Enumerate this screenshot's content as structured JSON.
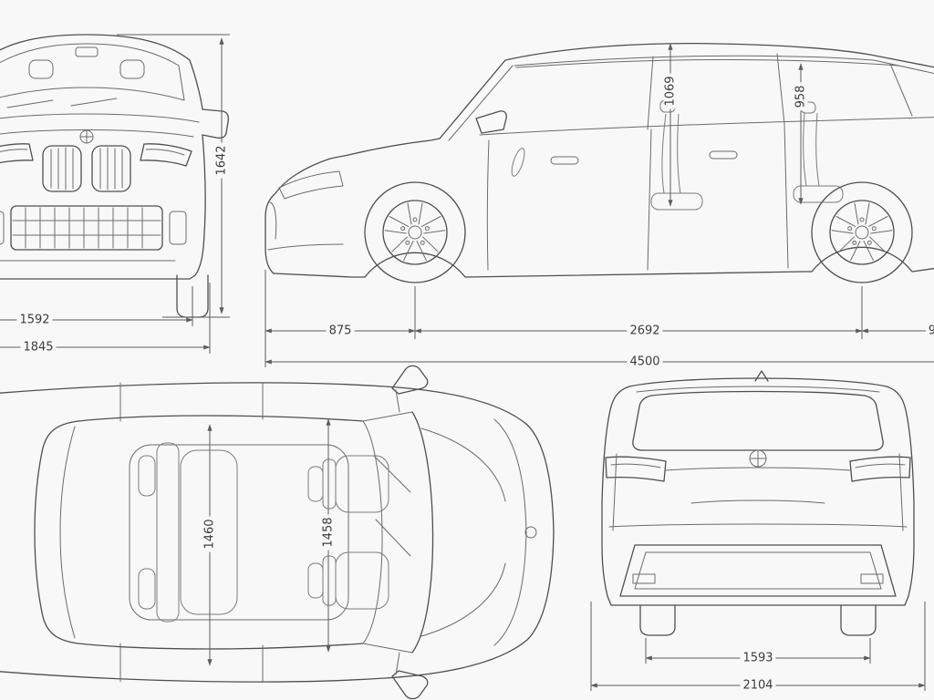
{
  "dimensions": {
    "front": {
      "overall_height": "1642",
      "front_track": "1592",
      "body_width": "1845"
    },
    "side": {
      "front_interior_height": "1069",
      "rear_interior_height": "958",
      "front_overhang": "875",
      "wheelbase": "2692",
      "rear_overhang_clipped": "9",
      "overall_length": "4500"
    },
    "top": {
      "rear_interior_width": "1460",
      "front_interior_width": "1458"
    },
    "rear": {
      "rear_track": "1593",
      "overall_width": "2104"
    }
  }
}
